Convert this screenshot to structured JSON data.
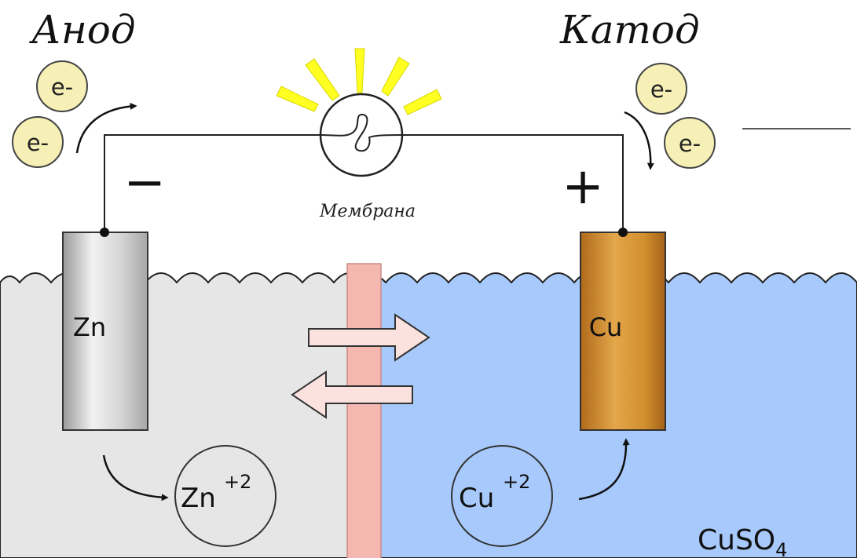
{
  "labels": {
    "anode": "Анод",
    "cathode": "Катод",
    "membrane": "Мембрана",
    "minus": "−",
    "plus": "+",
    "electron": "e-",
    "zinc_electrode": "Zn",
    "copper_electrode": "Cu",
    "zinc_ion": "Zn",
    "zinc_ion_charge": "+2",
    "copper_ion": "Cu",
    "copper_ion_charge": "+2",
    "electrolyte": "CuSO",
    "electrolyte_subscript": "4"
  },
  "colors": {
    "left_solution": "#e6e6e6",
    "right_solution": "#a7c9fb",
    "membrane": "#f5b8b0",
    "zinc_electrode": "#cfcfcf",
    "copper_electrode": "#d8962f",
    "electron_fill": "#f6f0b6",
    "bulb_rays": "#ffff22",
    "ion_arrow": "#fbe2de"
  }
}
